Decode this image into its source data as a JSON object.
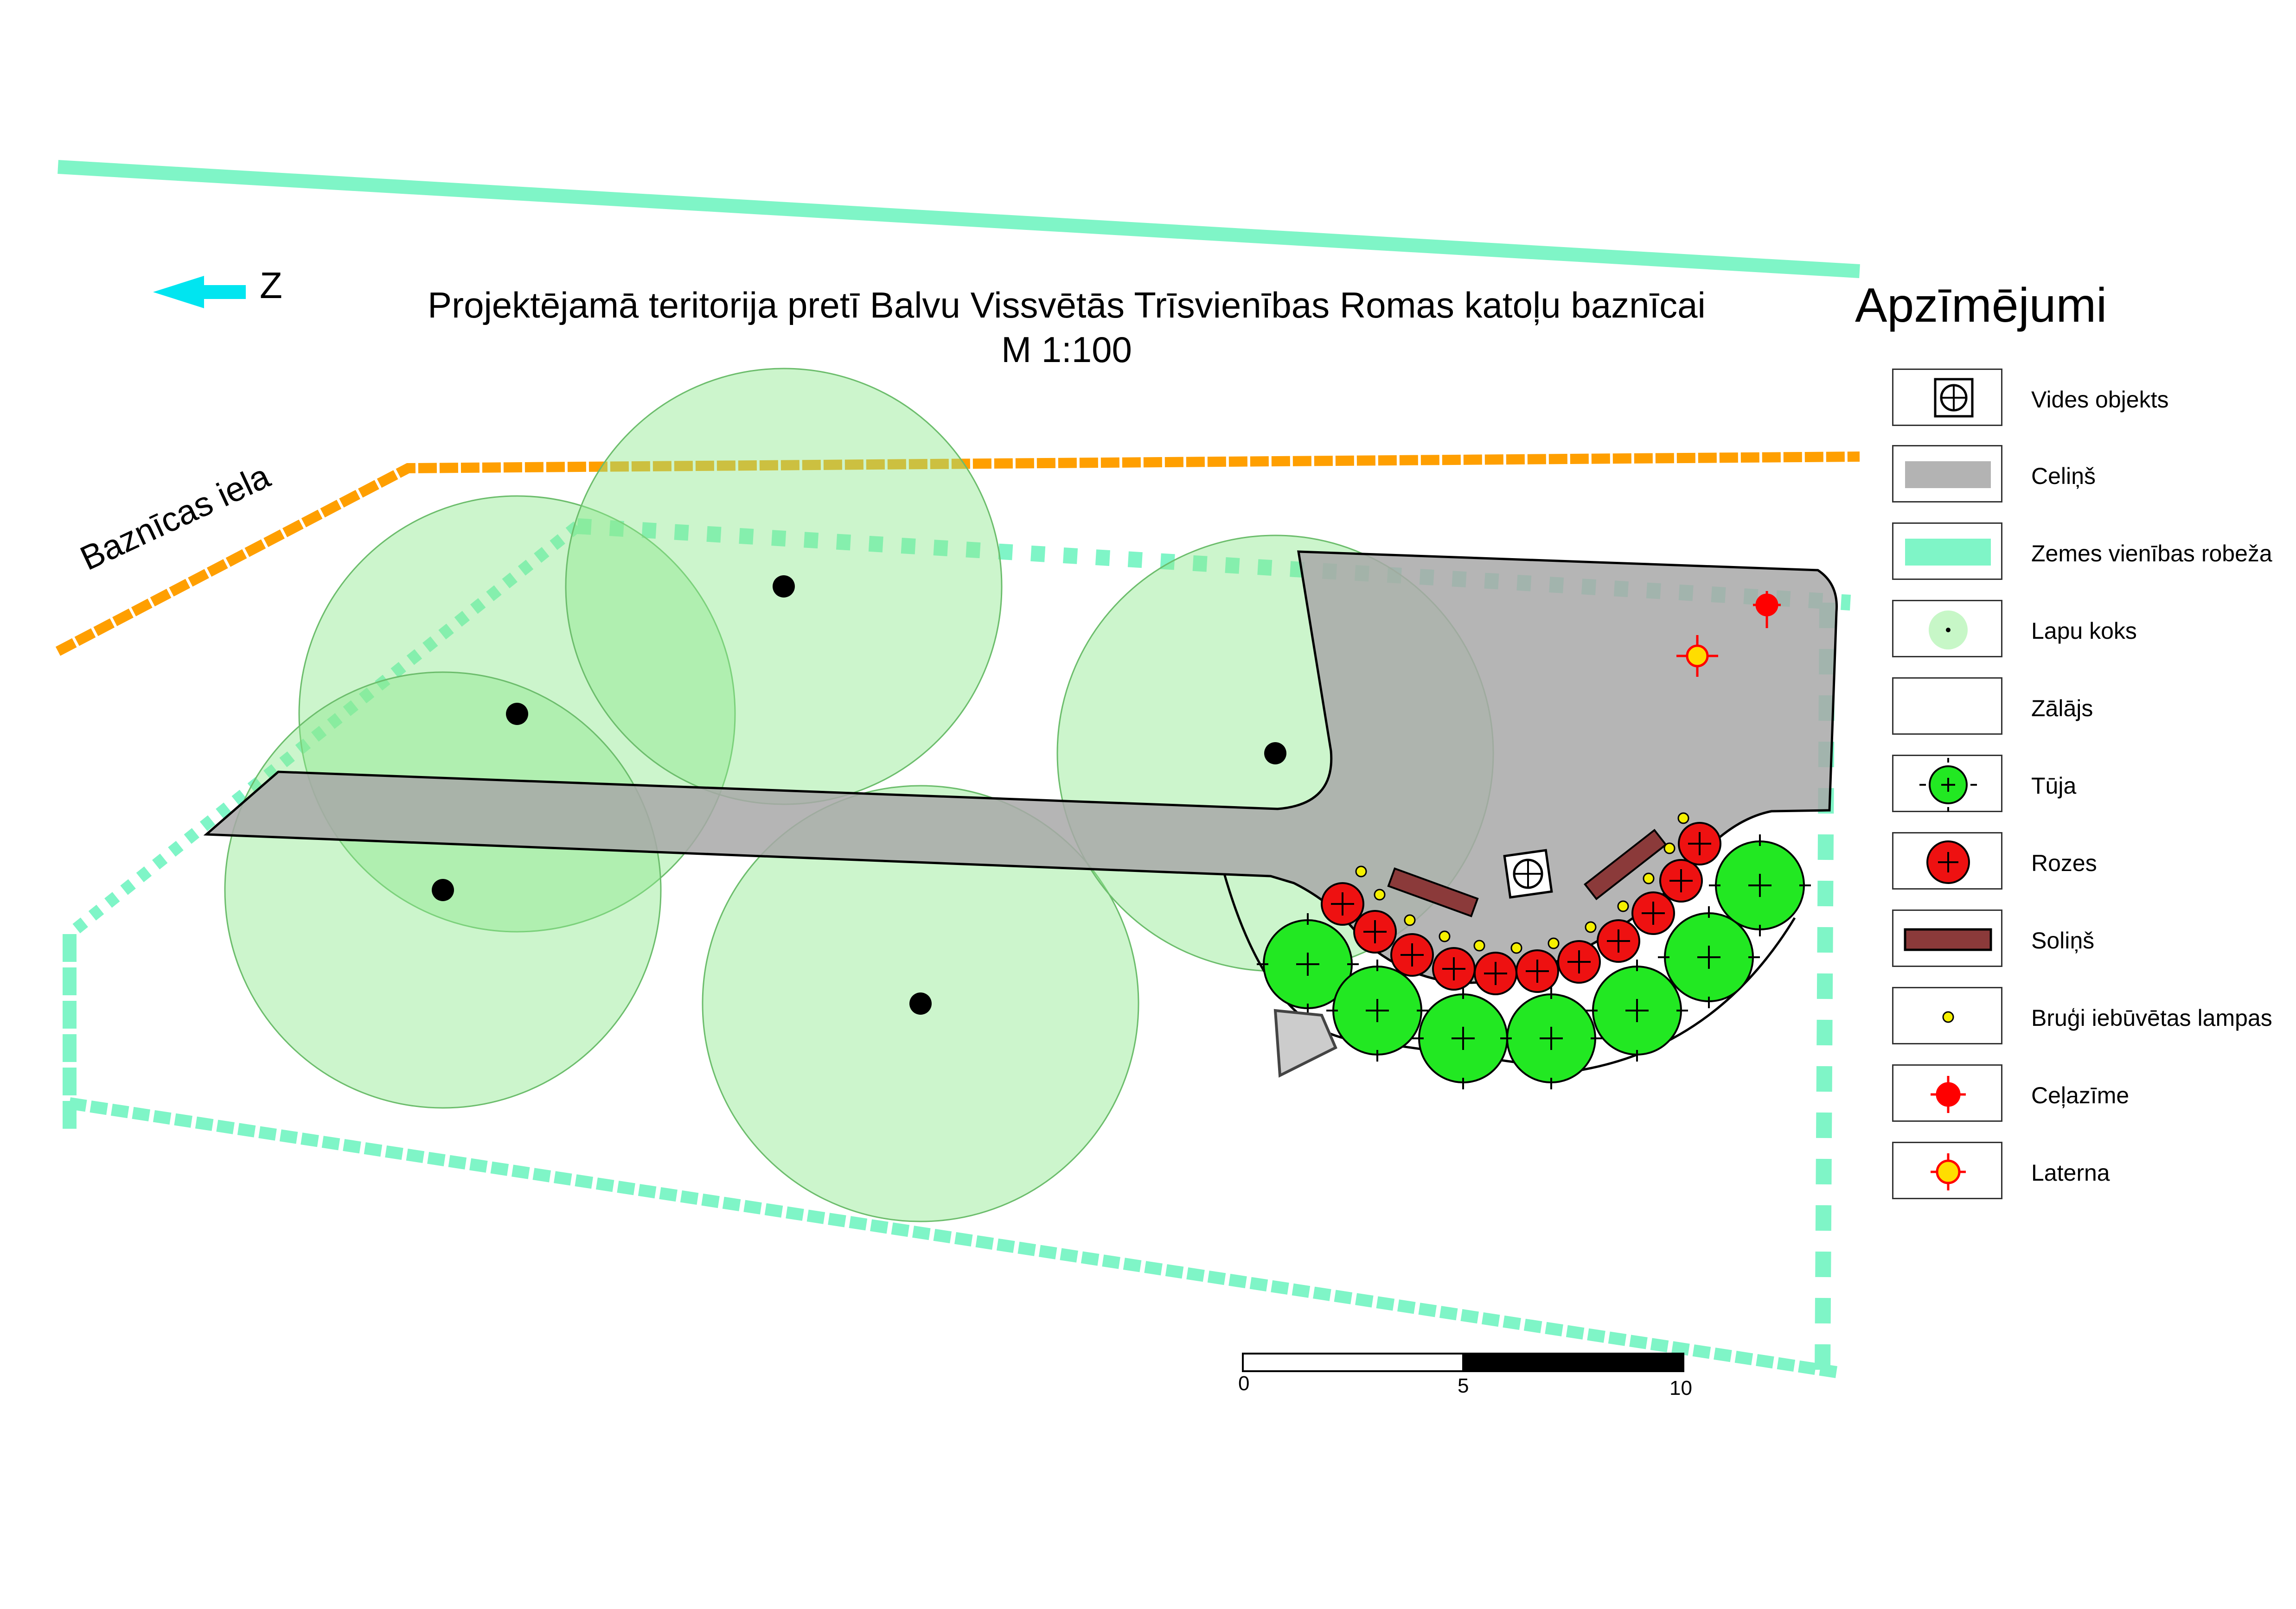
{
  "map": {
    "title_line1": "Projektējamā teritorija pretī Balvu Vissvētās Trīsvienības Romas katoļu baznīcai",
    "title_line2": "M 1:100",
    "north_label": "Z",
    "street_label": "Baznīcas iela",
    "scale_bar": {
      "labels": [
        "0",
        "5",
        "10"
      ]
    }
  },
  "legend": {
    "title": "Apzīmējumi",
    "items": [
      {
        "label": "Vides objekts",
        "icon": "vides-objekts-icon"
      },
      {
        "label": "Celiņš",
        "icon": "celins-swatch",
        "color": "#b3b3b3"
      },
      {
        "label": "Zemes vienības robeža",
        "icon": "robeza-swatch",
        "color": "#7ff5c7"
      },
      {
        "label": "Lapu koks",
        "icon": "lapu-koks-icon",
        "color": "#c7f7c7"
      },
      {
        "label": "Zālājs",
        "icon": "zalajs-swatch",
        "color": "#ffffff"
      },
      {
        "label": "Tūja",
        "icon": "tuja-icon",
        "color": "#22e822"
      },
      {
        "label": "Rozes",
        "icon": "rozes-icon",
        "color": "#ee1111"
      },
      {
        "label": "Soliņš",
        "icon": "solins-icon",
        "color": "#8b3a3a"
      },
      {
        "label": "Bruģi iebūvētas lampas",
        "icon": "lampa-icon",
        "color": "#f5f000"
      },
      {
        "label": "Ceļazīme",
        "icon": "celazime-icon",
        "color": "#ff0000"
      },
      {
        "label": "Laterna",
        "icon": "laterna-icon",
        "color": "#ffdd00"
      }
    ]
  },
  "colors": {
    "path": "#b3b3b3",
    "boundary": "#7ff5c7",
    "street_line": "#ff9f00",
    "tree_canopy": "#b7f5b7",
    "thuja": "#22e822",
    "rose": "#ee1111",
    "bench": "#8b3a3a",
    "lamp": "#f5f000",
    "north_arrow": "#00e5f0"
  }
}
